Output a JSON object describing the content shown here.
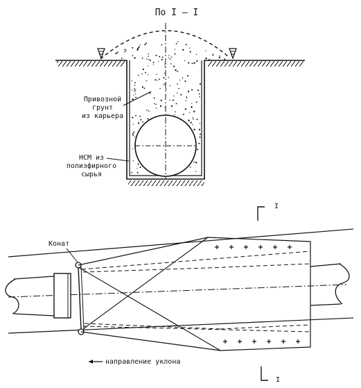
{
  "section_title": "По I – I",
  "labels": {
    "imported_soil": [
      "Привозной",
      "грунт",
      "из карьера"
    ],
    "nsm": [
      "НСМ из",
      "полиэфирного",
      "сырья"
    ],
    "cable": "Конат",
    "slope_direction": "направление уклона",
    "section_mark_top": "I",
    "section_mark_bottom": "I"
  },
  "colors": {
    "ink": "#111111",
    "paper": "#ffffff"
  }
}
